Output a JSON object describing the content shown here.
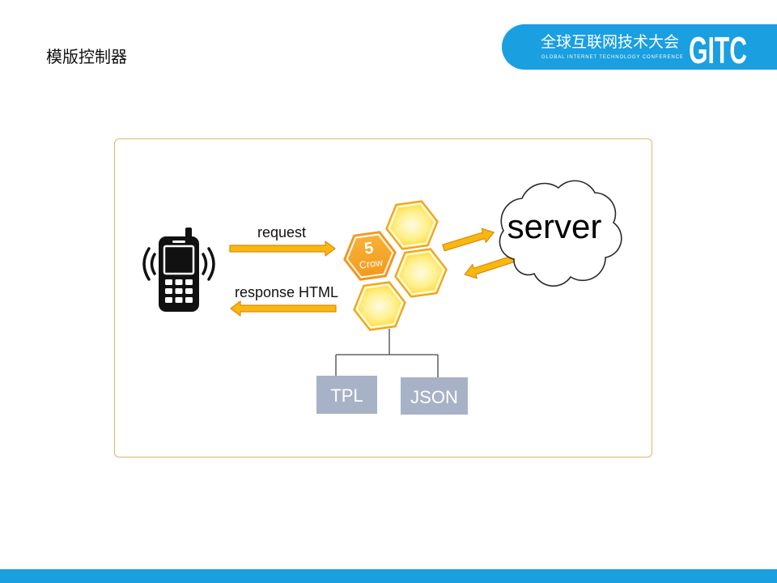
{
  "slide": {
    "title": "模版控制器"
  },
  "brand": {
    "name_cn": "全球互联网技术大会",
    "name_en": "GLOBAL INTERNET TECHNOLOGY CONFERENCE",
    "logo_text": "GITC"
  },
  "diagram": {
    "client": {
      "icon": "mobile-phone-icon"
    },
    "request_label": "request",
    "response_label": "response HTML",
    "core": {
      "number": "5",
      "name": "Crow"
    },
    "server": {
      "icon": "cloud-icon",
      "label": "server"
    },
    "outputs": [
      {
        "label": "TPL"
      },
      {
        "label": "JSON"
      }
    ]
  },
  "colors": {
    "accent": "#1a9fe0",
    "frame": "#e5b46a",
    "arrow_fill": "#f7b80f",
    "arrow_stroke": "#e3870c",
    "hex_core": "#f29a1c",
    "hex_cell": "#ffd42a",
    "output_box": "#a8b2c6"
  }
}
